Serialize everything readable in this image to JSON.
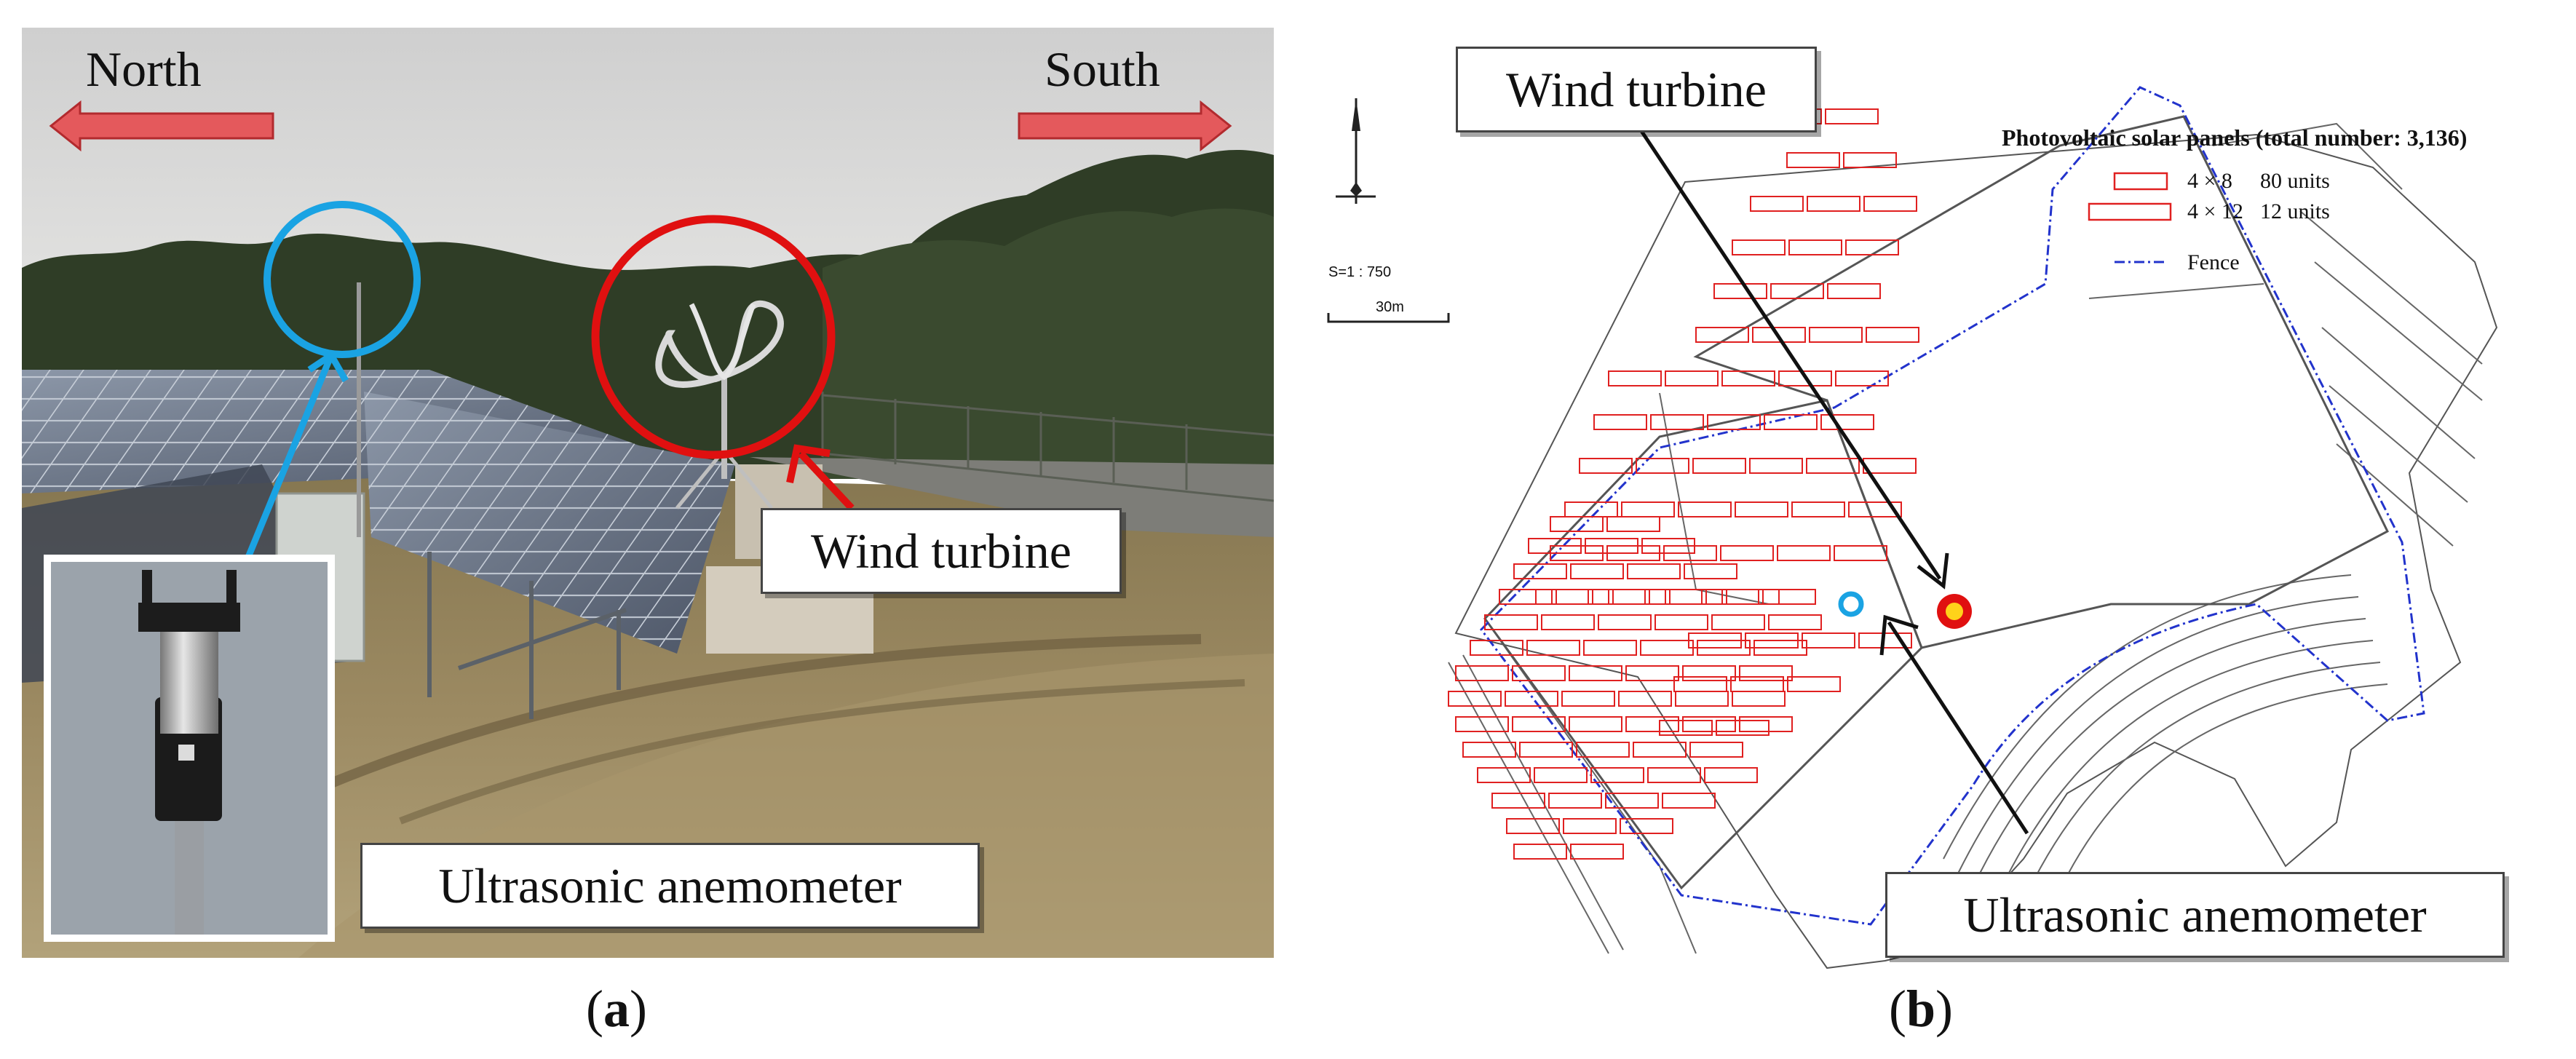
{
  "panel_a": {
    "caption": "a",
    "north_label": "North",
    "south_label": "South",
    "wind_turbine_label": "Wind turbine",
    "anemometer_label": "Ultrasonic anemometer",
    "colors": {
      "anemometer_circle": "#1aa3e3",
      "turbine_circle": "#e01010",
      "arrow_fill": "#e4595c"
    }
  },
  "panel_b": {
    "caption": "b",
    "wind_turbine_label": "Wind turbine",
    "anemometer_label": "Ultrasonic anemometer",
    "legend": {
      "title": "Photovoltaic solar panels (total number: 3,136)",
      "items": [
        {
          "size": "4 × 8",
          "count": "80 units"
        },
        {
          "size": "4 × 12",
          "count": "12 units"
        }
      ],
      "fence_label": "Fence"
    },
    "scale_ratio": "S=1 : 750",
    "scale_length": "30m",
    "colors": {
      "panel_outline": "#e02020",
      "fence": "#2233cc",
      "turbine_marker": "#e01010",
      "turbine_marker_inner": "#ffd21a",
      "anemometer_marker": "#1aa3e3"
    }
  }
}
